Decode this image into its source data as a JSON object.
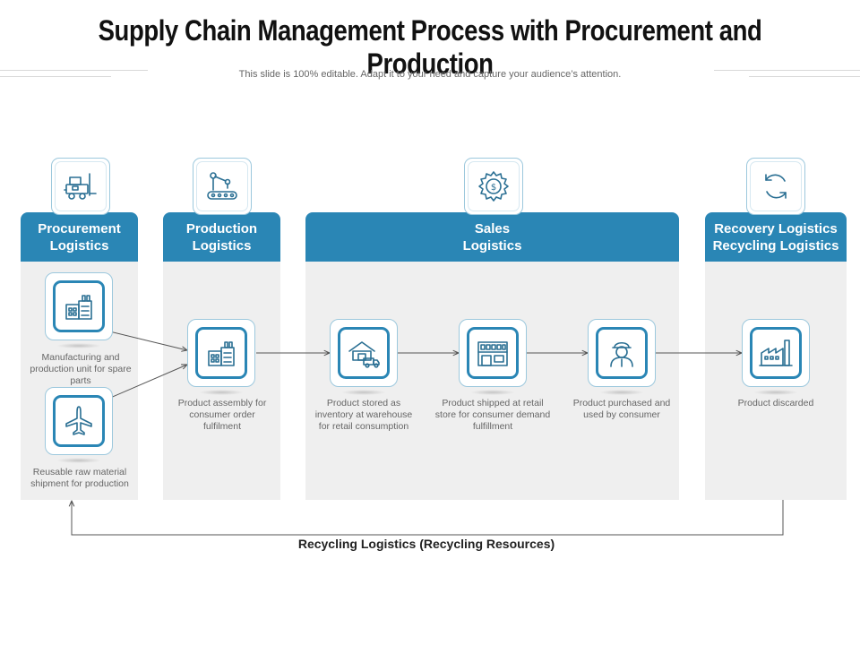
{
  "title": "Supply Chain Management Process with Procurement and Production",
  "subtitle": "This slide is 100% editable. Adapt it to your need and capture your audience’s attention.",
  "stages": [
    {
      "line1": "Procurement",
      "line2": "Logistics",
      "icon": "forklift-icon"
    },
    {
      "line1": "Production",
      "line2": "Logistics",
      "icon": "robotic-arm-conveyor-icon"
    },
    {
      "line1": "Sales",
      "line2": "Logistics",
      "icon": "gear-dollar-icon"
    },
    {
      "line1": "Recovery Logistics",
      "line2": "Recycling Logistics",
      "icon": "refresh-cycle-icon"
    }
  ],
  "nodes": [
    {
      "caption": "Manufacturing and production unit for spare parts",
      "icon": "factory-icon"
    },
    {
      "caption": "Reusable raw material shipment for production",
      "icon": "airplane-icon"
    },
    {
      "caption": "Product assembly for consumer order fulfilment",
      "icon": "factory-icon"
    },
    {
      "caption": "Product stored as inventory at warehouse for retail consumption",
      "icon": "warehouse-truck-icon"
    },
    {
      "caption": "Product shipped at retail store for consumer demand fulfillment",
      "icon": "retail-store-icon"
    },
    {
      "caption": "Product purchased and used by consumer",
      "icon": "consumer-icon"
    },
    {
      "caption": "Product discarded",
      "icon": "factory-chimney-icon"
    }
  ],
  "bottom_label": "Recycling Logistics (Recycling Resources)",
  "colors": {
    "accent": "#2a86b5",
    "panel": "#efefef",
    "icon_stroke": "#2a6f93"
  }
}
